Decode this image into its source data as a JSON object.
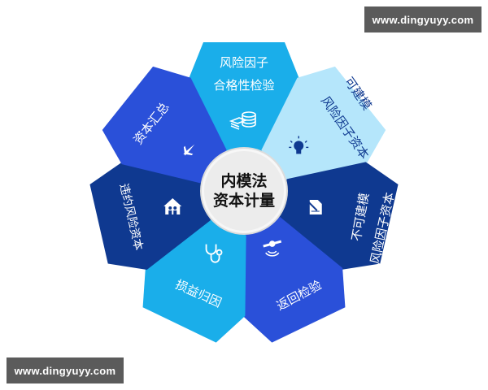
{
  "watermarks": {
    "top": "www.dingyuyy.com",
    "bottom": "www.dingyuyy.com"
  },
  "center": {
    "line1": "内模法",
    "line2": "资本计量"
  },
  "colors": {
    "cyan": "#1aaeea",
    "light_cyan": "#b5e6fb",
    "navy": "#0f3990",
    "royal_blue": "#2a50d9",
    "center_fill": "#ececec"
  },
  "petals": [
    {
      "id": "top",
      "outer_label": "风险因子",
      "band_label": "合格性检验",
      "icon": "coins-money-icon",
      "color": "#1aaeea"
    },
    {
      "id": "upper-right",
      "outer_label": "可建模",
      "band_label": "风险因子资本",
      "icon": "lightbulb-icon",
      "color": "#b5e6fb"
    },
    {
      "id": "right",
      "outer_label": "风险因子资本",
      "band_label": "不可建模",
      "icon": "document-pen-icon",
      "color": "#0f3990"
    },
    {
      "id": "lower-right",
      "outer_label": "",
      "band_label": "返回检验",
      "icon": "satellite-icon",
      "color": "#2a50d9"
    },
    {
      "id": "lower-left",
      "outer_label": "",
      "band_label": "损益归因",
      "icon": "stethoscope-icon",
      "color": "#1aaeea"
    },
    {
      "id": "left",
      "outer_label": "",
      "band_label": "违约风险资本",
      "icon": "house-family-icon",
      "color": "#0f3990"
    },
    {
      "id": "upper-left",
      "outer_label": "",
      "band_label": "资本汇总",
      "icon": "airplane-icon",
      "color": "#2a50d9"
    }
  ]
}
